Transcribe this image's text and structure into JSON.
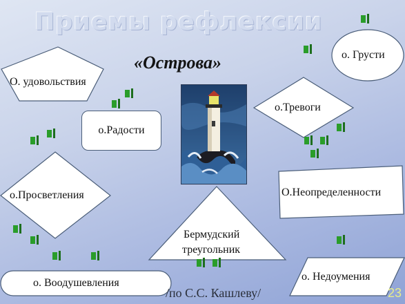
{
  "title": "Приемы рефлексии",
  "subtitle": "«Острова»",
  "islands": {
    "pleasure": "О. удовольствия",
    "sadness": "о. Грусти",
    "joy": "о.Радости",
    "anxiety": "о.Тревоги",
    "enlightenment": "о.Просветления",
    "uncertainty": "О.Неопределенности",
    "bermuda_line1": "Бермудский",
    "bermuda_line2": "треугольник",
    "inspiration": "о. Воодушевления",
    "bewilderment": "о. Недоумения"
  },
  "credit": "/по С.С. Кашлеву/",
  "page_number": "23",
  "colors": {
    "accent_green": "#2a9d2a",
    "shape_fill": "#ffffff",
    "shape_stroke": "#4a5d78"
  },
  "icons": [
    "lighthouse-image",
    "green-block-icon"
  ]
}
